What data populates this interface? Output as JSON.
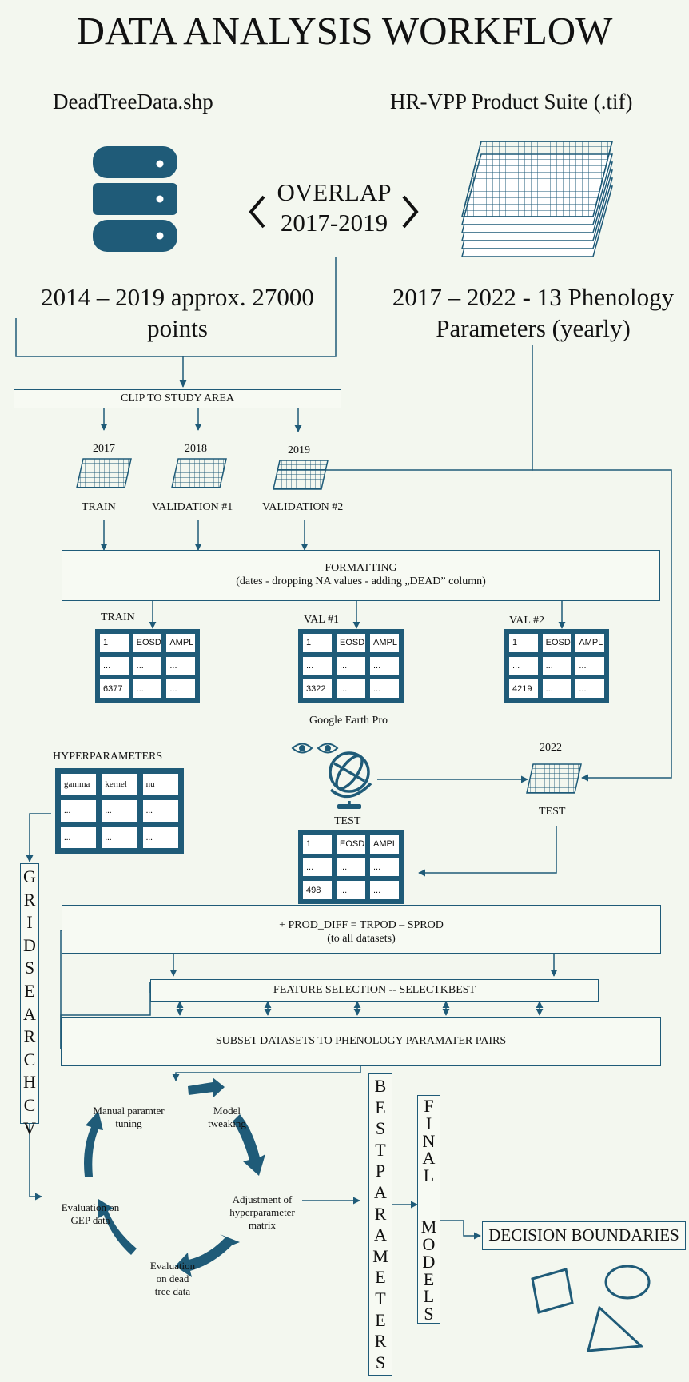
{
  "title": "DATA ANALYSIS WORKFLOW",
  "sources": {
    "dead_tree": "DeadTreeData.shp",
    "hrvpp": "HR-VPP Product Suite (.tif)",
    "overlap_line1": "OVERLAP",
    "overlap_line2": "2017-2019",
    "dead_tree_desc_line1": "2014 – 2019  approx. 27000",
    "dead_tree_desc_line2": "points",
    "hrvpp_desc_line1": "2017 – 2022 - 13 Phenology",
    "hrvpp_desc_line2": "Parameters (yearly)"
  },
  "clip": "CLIP TO STUDY AREA",
  "years": [
    {
      "year": "2017",
      "role": "TRAIN"
    },
    {
      "year": "2018",
      "role": "VALIDATION #1"
    },
    {
      "year": "2019",
      "role": "VALIDATION #2"
    }
  ],
  "formatting": {
    "title": "FORMATTING",
    "subtitle": "(dates - dropping NA values - adding „DEAD” column)"
  },
  "tables": {
    "train": {
      "label": "TRAIN",
      "cells": [
        "1",
        "EOSD",
        "AMPL",
        "...",
        "...",
        "...",
        "6377",
        "...",
        "..."
      ]
    },
    "val1": {
      "label": "VAL #1",
      "cells": [
        "1",
        "EOSD",
        "AMPL",
        "...",
        "...",
        "...",
        "3322",
        "...",
        "..."
      ]
    },
    "val2": {
      "label": "VAL #2",
      "cells": [
        "1",
        "EOSD",
        "AMPL",
        "...",
        "...",
        "...",
        "4219",
        "...",
        "..."
      ]
    },
    "test": {
      "label": "TEST",
      "cells": [
        "1",
        "EOSD",
        "AMPL",
        "...",
        "...",
        "...",
        "498",
        "...",
        "..."
      ]
    }
  },
  "google_earth": "Google Earth Pro",
  "test_year": "2022",
  "test_label": "TEST",
  "hyperparameters": {
    "label": "HYPERPARAMETERS",
    "cells": [
      "gamma",
      "kernel",
      "nu",
      "...",
      "...",
      "...",
      "...",
      "...",
      "..."
    ]
  },
  "gridsearch_letters": [
    "G",
    "R",
    "I",
    "D",
    "S",
    "E",
    "A",
    "R",
    "C",
    "H",
    "C",
    "V"
  ],
  "prod_diff": {
    "line1": "+ PROD_DIFF = TRPOD – SPROD",
    "line2": "(to all datasets)"
  },
  "feature_selection": "FEATURE  SELECTION -- SELECTKBEST",
  "subset": "SUBSET  DATASETS  TO PHENOLOGY PARAMATER PAIRS",
  "cycle": {
    "manual_line1": "Manual paramter",
    "manual_line2": "tuning",
    "model_line1": "Model",
    "model_line2": "tweaking",
    "adjust_line1": "Adjustment  of",
    "adjust_line2": "hyperparameter",
    "adjust_line3": "matrix",
    "eval_dead_line1": "Evaluation",
    "eval_dead_line2": "on dead",
    "eval_dead_line3": "tree data",
    "eval_gep_line1": "Evaluation on",
    "eval_gep_line2": "GEP data"
  },
  "best_parameters_letters": [
    "B",
    "E",
    "S",
    "T",
    "P",
    "A",
    "R",
    "A",
    "M",
    "E",
    "T",
    "E",
    "R",
    "S"
  ],
  "final_models_letters": [
    "F",
    "I",
    "N",
    "A",
    "L",
    "",
    "",
    "M",
    "O",
    "D",
    "E",
    "L",
    "S"
  ],
  "decision_boundaries": "DECISION BOUNDARIES",
  "colors": {
    "accent": "#1f5b78",
    "background": "#f3f7ef",
    "ink": "#111111"
  },
  "icons": [
    "database-icon",
    "raster-stack-icon",
    "raster-grid-icon",
    "eye-icon",
    "globe-icon",
    "cycle-arrow-icon",
    "square-shape-icon",
    "circle-shape-icon",
    "triangle-shape-icon"
  ]
}
